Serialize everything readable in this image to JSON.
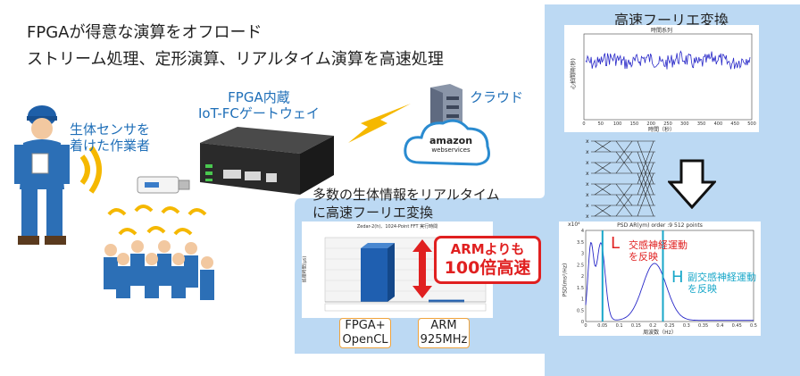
{
  "headline": {
    "line1": "FPGAが得意な演算をオフロード",
    "line2": "ストリーム処理、定形演算、リアルタイム演算を高速処理"
  },
  "worker": {
    "label_line1": "生体センサを",
    "label_line2": "着けた作業者"
  },
  "gateway": {
    "label_line1": "FPGA内蔵",
    "label_line2": "IoT-FCゲートウェイ"
  },
  "cloud": {
    "label": "クラウド",
    "logo_main": "amazon",
    "logo_sub": "webservices"
  },
  "realtime": {
    "line1": "多数の生体情報をリアルタイム",
    "line2": "に高速フーリエ変換"
  },
  "comparison": {
    "chart_title": "Zedar-2(h)、1024-Point FFT 実行時間",
    "yaxis_label": "処理時間(μs)",
    "callout_line1": "ARMよりも",
    "callout_line2": "100倍高速",
    "fpga_label_line1": "FPGA+",
    "fpga_label_line2": "OpenCL",
    "arm_label_line1": "ARM",
    "arm_label_line2": "925MHz",
    "chart_data": {
      "type": "bar",
      "categories": [
        "FPGA+OpenCL",
        "ARM 925MHz"
      ],
      "values": [
        5,
        0.2
      ],
      "ylim": [
        0,
        6
      ]
    }
  },
  "fft": {
    "title": "高速フーリエ変換",
    "time_title": "時間系列",
    "time_xlabel": "時間（秒）",
    "time_ylabel": "心拍間隔(秒)",
    "psd_title": "PSD AR(ym) order :9 512 points",
    "psd_xlabel": "周波数（Hz）",
    "psd_ylabel": "PSD(ms²/Hz)",
    "psd_exponent": "x10⁴",
    "L_marker": "L",
    "L_text_line1": "交感神経運動",
    "L_text_line2": "を反映",
    "H_marker": "H",
    "H_text_line1": "副交感神経運動",
    "H_text_line2": "を反映",
    "time_xticks": [
      "0",
      "50",
      "100",
      "150",
      "200",
      "250",
      "300",
      "350",
      "400",
      "450",
      "500"
    ],
    "psd_xticks": [
      "0",
      "0.05",
      "0.1",
      "0.15",
      "0.2",
      "0.25",
      "0.3",
      "0.35",
      "0.4",
      "0.45",
      "0.5"
    ],
    "psd_yticks": [
      "0",
      "0.5",
      "1",
      "1.5",
      "2",
      "2.5",
      "3",
      "3.5",
      "4"
    ],
    "butterfly_inputs": [
      "x",
      "x",
      "x",
      "x",
      "x",
      "x",
      "x",
      "x"
    ]
  },
  "colors": {
    "panel": "#bcd9f3",
    "accent_blue": "#1f6fb8",
    "bar_blue": "#1f5fb0",
    "red": "#e02020",
    "lightning": "#f5b800",
    "signal": "#2828c8",
    "marker_cyan": "#18a7c9"
  }
}
